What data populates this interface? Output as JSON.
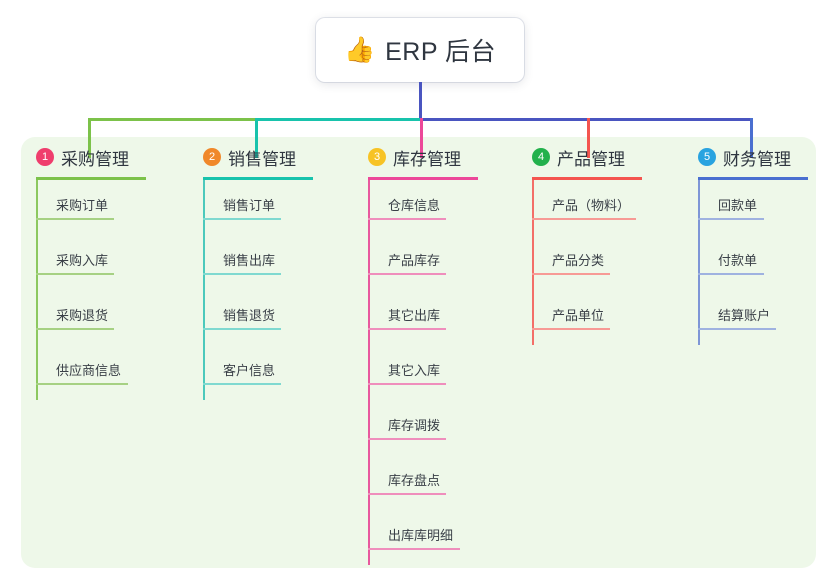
{
  "root": {
    "icon": "thumbs-up-icon",
    "emoji": "👍",
    "title": "ERP 后台"
  },
  "colors": {
    "panel_bg": "#eef8e9",
    "stem": "#4a55c0",
    "bus_green": "#7cc24a",
    "bus_teal": "#18c3ac",
    "bus_indigo": "#4a55c0"
  },
  "columns": [
    {
      "number": "1",
      "badge_color": "#ef3e6d",
      "accent": "#7cc24a",
      "title": "采购管理",
      "items": [
        {
          "label": "采购订单",
          "rule_width": 78
        },
        {
          "label": "采购入库",
          "rule_width": 78
        },
        {
          "label": "采购退货",
          "rule_width": 78
        },
        {
          "label": "供应商信息",
          "rule_width": 92
        }
      ]
    },
    {
      "number": "2",
      "badge_color": "#f0882a",
      "accent": "#18c3ac",
      "title": "销售管理",
      "items": [
        {
          "label": "销售订单",
          "rule_width": 78
        },
        {
          "label": "销售出库",
          "rule_width": 78
        },
        {
          "label": "销售退货",
          "rule_width": 78
        },
        {
          "label": "客户信息",
          "rule_width": 78
        }
      ]
    },
    {
      "number": "3",
      "badge_color": "#f7c325",
      "accent": "#ec4899",
      "title": "库存管理",
      "items": [
        {
          "label": "仓库信息",
          "rule_width": 78
        },
        {
          "label": "产品库存",
          "rule_width": 78
        },
        {
          "label": "其它出库",
          "rule_width": 78
        },
        {
          "label": "其它入库",
          "rule_width": 78
        },
        {
          "label": "库存调拨",
          "rule_width": 78
        },
        {
          "label": "库存盘点",
          "rule_width": 78
        },
        {
          "label": "出库库明细",
          "rule_width": 92
        }
      ]
    },
    {
      "number": "4",
      "badge_color": "#22b14c",
      "accent": "#f4554f",
      "title": "产品管理",
      "items": [
        {
          "label": "产品（物料）",
          "rule_width": 104
        },
        {
          "label": "产品分类",
          "rule_width": 78
        },
        {
          "label": "产品单位",
          "rule_width": 78
        }
      ]
    },
    {
      "number": "5",
      "badge_color": "#29a3e0",
      "accent": "#4a6fd0",
      "title": "财务管理",
      "items": [
        {
          "label": "回款单",
          "rule_width": 66
        },
        {
          "label": "付款单",
          "rule_width": 66
        },
        {
          "label": "结算账户",
          "rule_width": 78
        }
      ]
    }
  ]
}
